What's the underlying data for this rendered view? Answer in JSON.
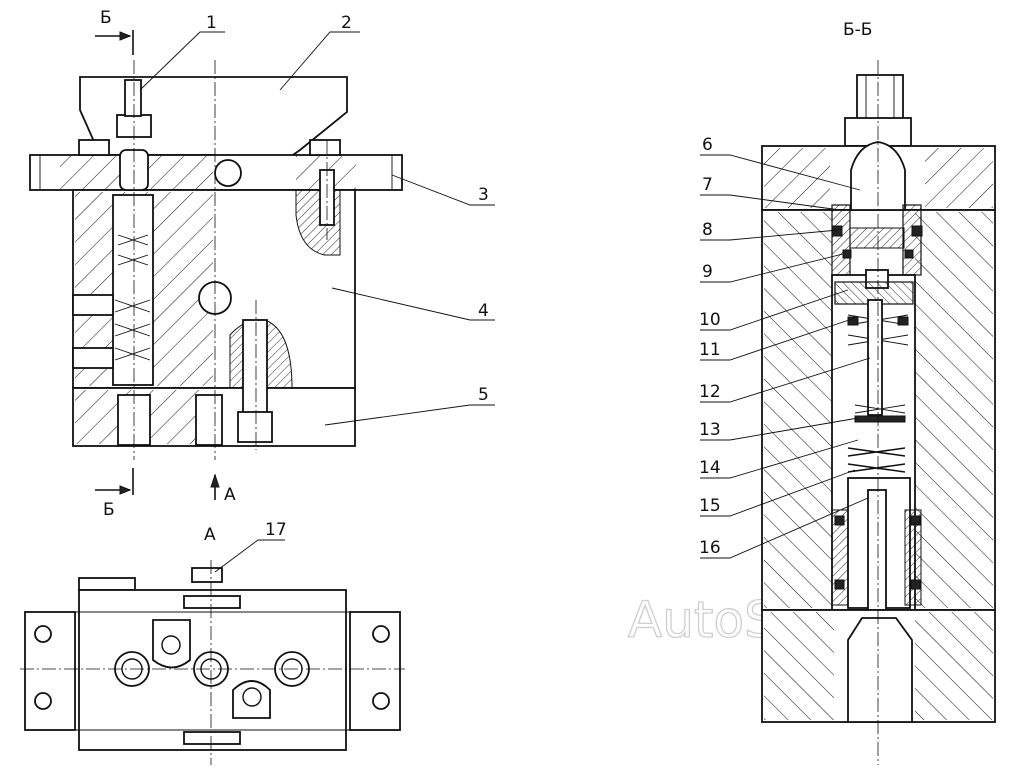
{
  "section": {
    "title": "Б-Б",
    "cut_mark_top": "Б",
    "cut_mark_bottom": "Б",
    "view_arrow": "А",
    "view_title": "А"
  },
  "callouts": [
    "1",
    "2",
    "3",
    "4",
    "5",
    "6",
    "7",
    "8",
    "9",
    "10",
    "11",
    "12",
    "13",
    "14",
    "15",
    "16",
    "17"
  ],
  "watermark": "AutoSoft"
}
